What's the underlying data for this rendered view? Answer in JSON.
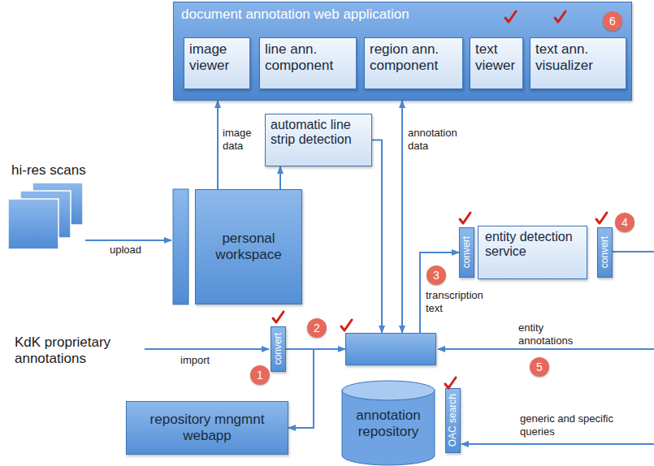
{
  "diagram": {
    "nodes": [
      {
        "text": [
          "document annotation web application"
        ]
      },
      {
        "text": [
          "image viewer"
        ],
        "in": 0
      },
      {
        "text": [
          "line ann. component"
        ],
        "in": 0
      },
      {
        "text": [
          "region ann. component"
        ],
        "in": 0
      },
      {
        "text": [
          "text viewer"
        ],
        "in": 0
      },
      {
        "text": [
          "text ann. visualizer"
        ],
        "in": 0
      },
      {
        "text": [
          "automatic line strip detection"
        ]
      },
      {
        "text": [
          "personal workspace"
        ]
      },
      {
        "text": [
          "convert"
        ]
      },
      {
        "text": [
          "entity detection service"
        ]
      },
      {
        "text": [
          "convert"
        ]
      },
      {
        "text": [
          "convert"
        ]
      },
      {
        "text": []
      },
      {
        "text": [
          "repository mngmnt webapp"
        ]
      },
      {
        "text": [
          "annotation repository"
        ]
      },
      {
        "text": [
          "OAC search"
        ]
      }
    ],
    "edges": [
      {
        "from": 7,
        "to": 0,
        "label": "image data",
        "arrow": "to"
      },
      {
        "from": 7,
        "to": 6,
        "arrow": "to"
      },
      {
        "from": 6,
        "to": 12,
        "arrow": "to"
      },
      {
        "from": 12,
        "to": 0,
        "label": "annotation data",
        "arrow": "both"
      },
      {
        "from": 12,
        "to": 8,
        "label": "transcription text",
        "arrow": "to"
      },
      {
        "from": 11,
        "to": 12,
        "arrow": "to"
      },
      {
        "from": 11,
        "to": 13,
        "arrow": "to"
      }
    ],
    "labels": [
      "hi-res scans",
      "upload",
      "KdK proprietary annotations",
      "import",
      "entity annotations",
      "generic and specific queries",
      "1",
      "2",
      "3",
      "4",
      "5",
      "6"
    ]
  }
}
